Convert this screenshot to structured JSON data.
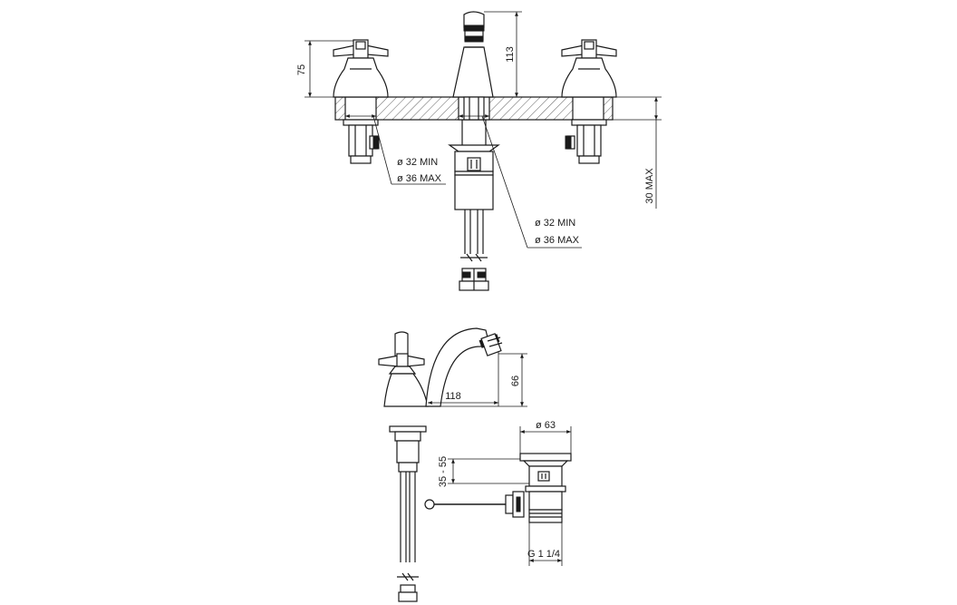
{
  "front_view": {
    "dim_handle_height": "75",
    "dim_spout_height": "113",
    "dim_deck_thickness": "30 MAX",
    "left_hole_min": "ø 32 MIN",
    "left_hole_max": "ø 36 MAX",
    "center_hole_min": "ø 32 MIN",
    "center_hole_max": "ø 36 MAX"
  },
  "side_view": {
    "dim_spout_reach": "118",
    "dim_outlet_height": "66",
    "dim_waste_diameter": "ø 63",
    "dim_waste_range": "35 - 55",
    "dim_waste_thread": "G 1 1/4"
  }
}
